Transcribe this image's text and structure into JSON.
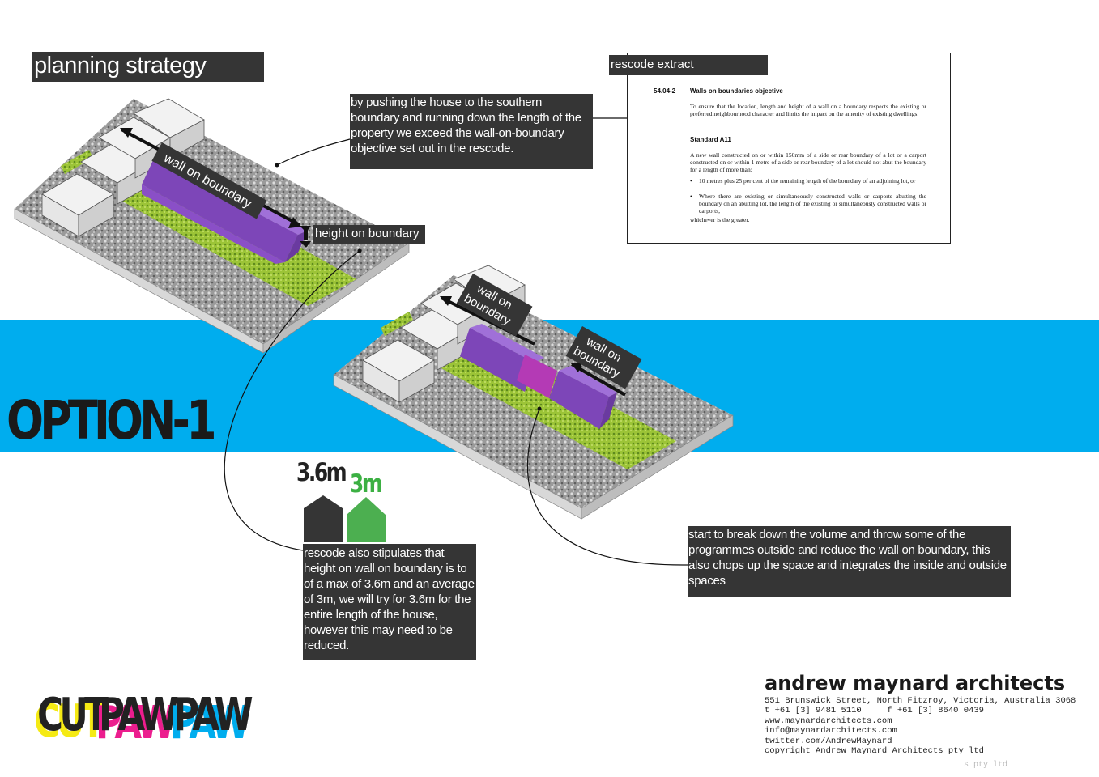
{
  "header": {
    "title": "planning strategy"
  },
  "notes": {
    "push_house": "by pushing the house to the southern boundary and running down the length of the property we exceed the wall-on-boundary objective set out in the rescode.",
    "height_stipulation": "rescode also stipulates that height on wall on boundary is to of a max of 3.6m and an average of 3m, we will try for 3.6m for the entire length of the house, however this may need to be reduced.",
    "break_down": "start to break down the volume and throw some of the programmes outside and reduce the wall on boundary, this also chops up the space and integrates the inside and outside spaces"
  },
  "diagram_labels": {
    "wall_on_boundary_1": "wall on boundary",
    "height_on_boundary": "height on boundary",
    "wall_on_boundary_2": "wall on boundary",
    "wall_on_boundary_3": "wall on boundary"
  },
  "rescode": {
    "label": "rescode extract",
    "clause": "54.04-2",
    "heading": "Walls on boundaries objective",
    "objective": "To ensure that the location, length and height of a wall on a boundary respects the existing or preferred neighbourhood character and limits the impact on the amenity of existing dwellings.",
    "standard": "Standard A11",
    "standard_text": "A new wall constructed on or within 150mm of a side or rear boundary of a lot or a carport constructed on or within 1 metre of a side or rear boundary of a lot should not abut the boundary for a length of more than:",
    "bullet1": "10 metres plus 25 per cent of the remaining length of the boundary of an adjoining lot, or",
    "bullet2": "Where there are existing or simultaneously constructed walls or carports abutting the boundary on an abutting lot, the length of the existing or simultaneously constructed walls or carports,",
    "closing": "whichever is the greater."
  },
  "option_label": "OPTION-1",
  "heights": {
    "max": "3.6m",
    "average": "3m"
  },
  "logo": {
    "part1": "CUT",
    "part2": "PAW",
    "part3": "PAW"
  },
  "firm": {
    "name": "andrew maynard architects",
    "address": "551 Brunswick Street, North Fitzroy, Victoria, Australia 3068",
    "phone": "t +61 [3] 9481 5110     f +61 [3] 8640 0439",
    "web": "www.maynardarchitects.com",
    "email": "info@maynardarchitects.com",
    "twitter": "twitter.com/AndrewMaynard",
    "copyright": "copyright Andrew Maynard Architects pty ltd",
    "ghost": "s pty ltd"
  },
  "colors": {
    "band": "#00adee",
    "volume": "#8a4fc7",
    "lawn": "#9cc437",
    "dark_box": "#353535",
    "green_house": "#4caf50"
  }
}
